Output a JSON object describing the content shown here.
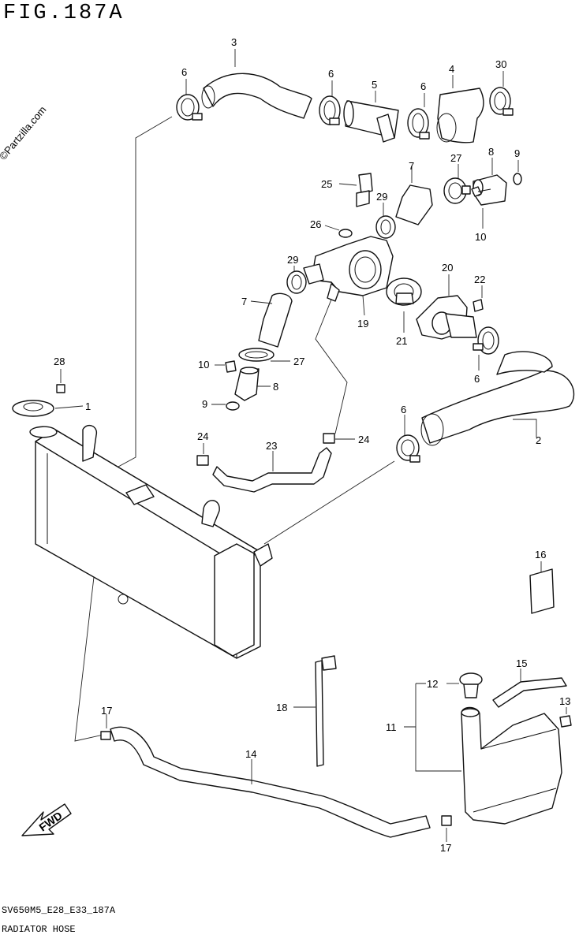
{
  "figure": {
    "title": "FIG.187A",
    "watermark": "©Partzilla.com",
    "drawing_code": "SV650M5_E28_E33_187A",
    "caption": "RADIATOR HOSE",
    "fwd_label": "FWD"
  },
  "callouts": {
    "c1": "1",
    "c2": "2",
    "c3": "3",
    "c4": "4",
    "c5": "5",
    "c6a": "6",
    "c6b": "6",
    "c6c": "6",
    "c6d": "6",
    "c6e": "6",
    "c7a": "7",
    "c7b": "7",
    "c8a": "8",
    "c8b": "8",
    "c9a": "9",
    "c9b": "9",
    "c10a": "10",
    "c10b": "10",
    "c11": "11",
    "c12": "12",
    "c13": "13",
    "c14": "14",
    "c15": "15",
    "c16": "16",
    "c17a": "17",
    "c17b": "17",
    "c18": "18",
    "c19": "19",
    "c20": "20",
    "c21": "21",
    "c22": "22",
    "c23": "23",
    "c24a": "24",
    "c24b": "24",
    "c25": "25",
    "c26": "26",
    "c27a": "27",
    "c27b": "27",
    "c28": "28",
    "c29a": "29",
    "c29b": "29",
    "c30": "30"
  }
}
